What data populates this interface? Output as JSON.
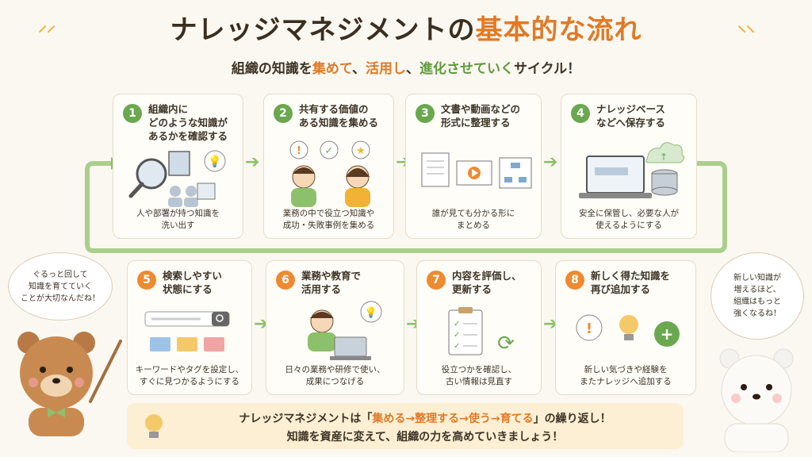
{
  "title": {
    "part1": "ナレッジマネジメントの",
    "part2": "基本的な流れ"
  },
  "subtitle": {
    "a": "組織の知識を",
    "b": "集めて",
    "c": "、",
    "d": "活用し",
    "e": "、",
    "f": "進化させていく",
    "g": "サイクル！"
  },
  "steps": [
    {
      "num": "1",
      "title": "組織内に\nどのような知識が\nあるかを確認する",
      "desc": "人や部署が持つ知識を\n洗い出す"
    },
    {
      "num": "2",
      "title": "共有する価値の\nある知識を集める",
      "desc": "業務の中で役立つ知識や\n成功・失敗事例を集める"
    },
    {
      "num": "3",
      "title": "文書や動画などの\n形式に整理する",
      "desc": "誰が見ても分かる形に\nまとめる"
    },
    {
      "num": "4",
      "title": "ナレッジベース\nなどへ保存する",
      "desc": "安全に保管し、必要な人が\n使えるようにする"
    },
    {
      "num": "5",
      "title": "検索しやすい\n状態にする",
      "desc": "キーワードやタグを設定し、\nすぐに見つかるようにする"
    },
    {
      "num": "6",
      "title": "業務や教育で\n活用する",
      "desc": "日々の業務や研修で使い、\n成果につなげる"
    },
    {
      "num": "7",
      "title": "内容を評価し、\n更新する",
      "desc": "役立つかを確認し、\n古い情報は見直す"
    },
    {
      "num": "8",
      "title": "新しく得た知識を\n再び追加する",
      "desc": "新しい気づきや経験を\nまたナレッジへ追加する"
    }
  ],
  "bubbles": {
    "left": "ぐるっと回して\n知識を育てていく\nことが大切なんだね！",
    "right": "新しい知識が\n増えるほど、\n組織はもっと\n強くなるね！"
  },
  "footer": {
    "l1a": "ナレッジマネジメントは「",
    "l1b": "集める→整理する→使う→育てる",
    "l1c": "」の繰り返し！",
    "l2": "知識を資産に変えて、組織の力を高めていきましょう！"
  },
  "colors": {
    "green": "#6aa84f",
    "orange": "#ee8a2f",
    "loop": "#a9cf8c"
  }
}
